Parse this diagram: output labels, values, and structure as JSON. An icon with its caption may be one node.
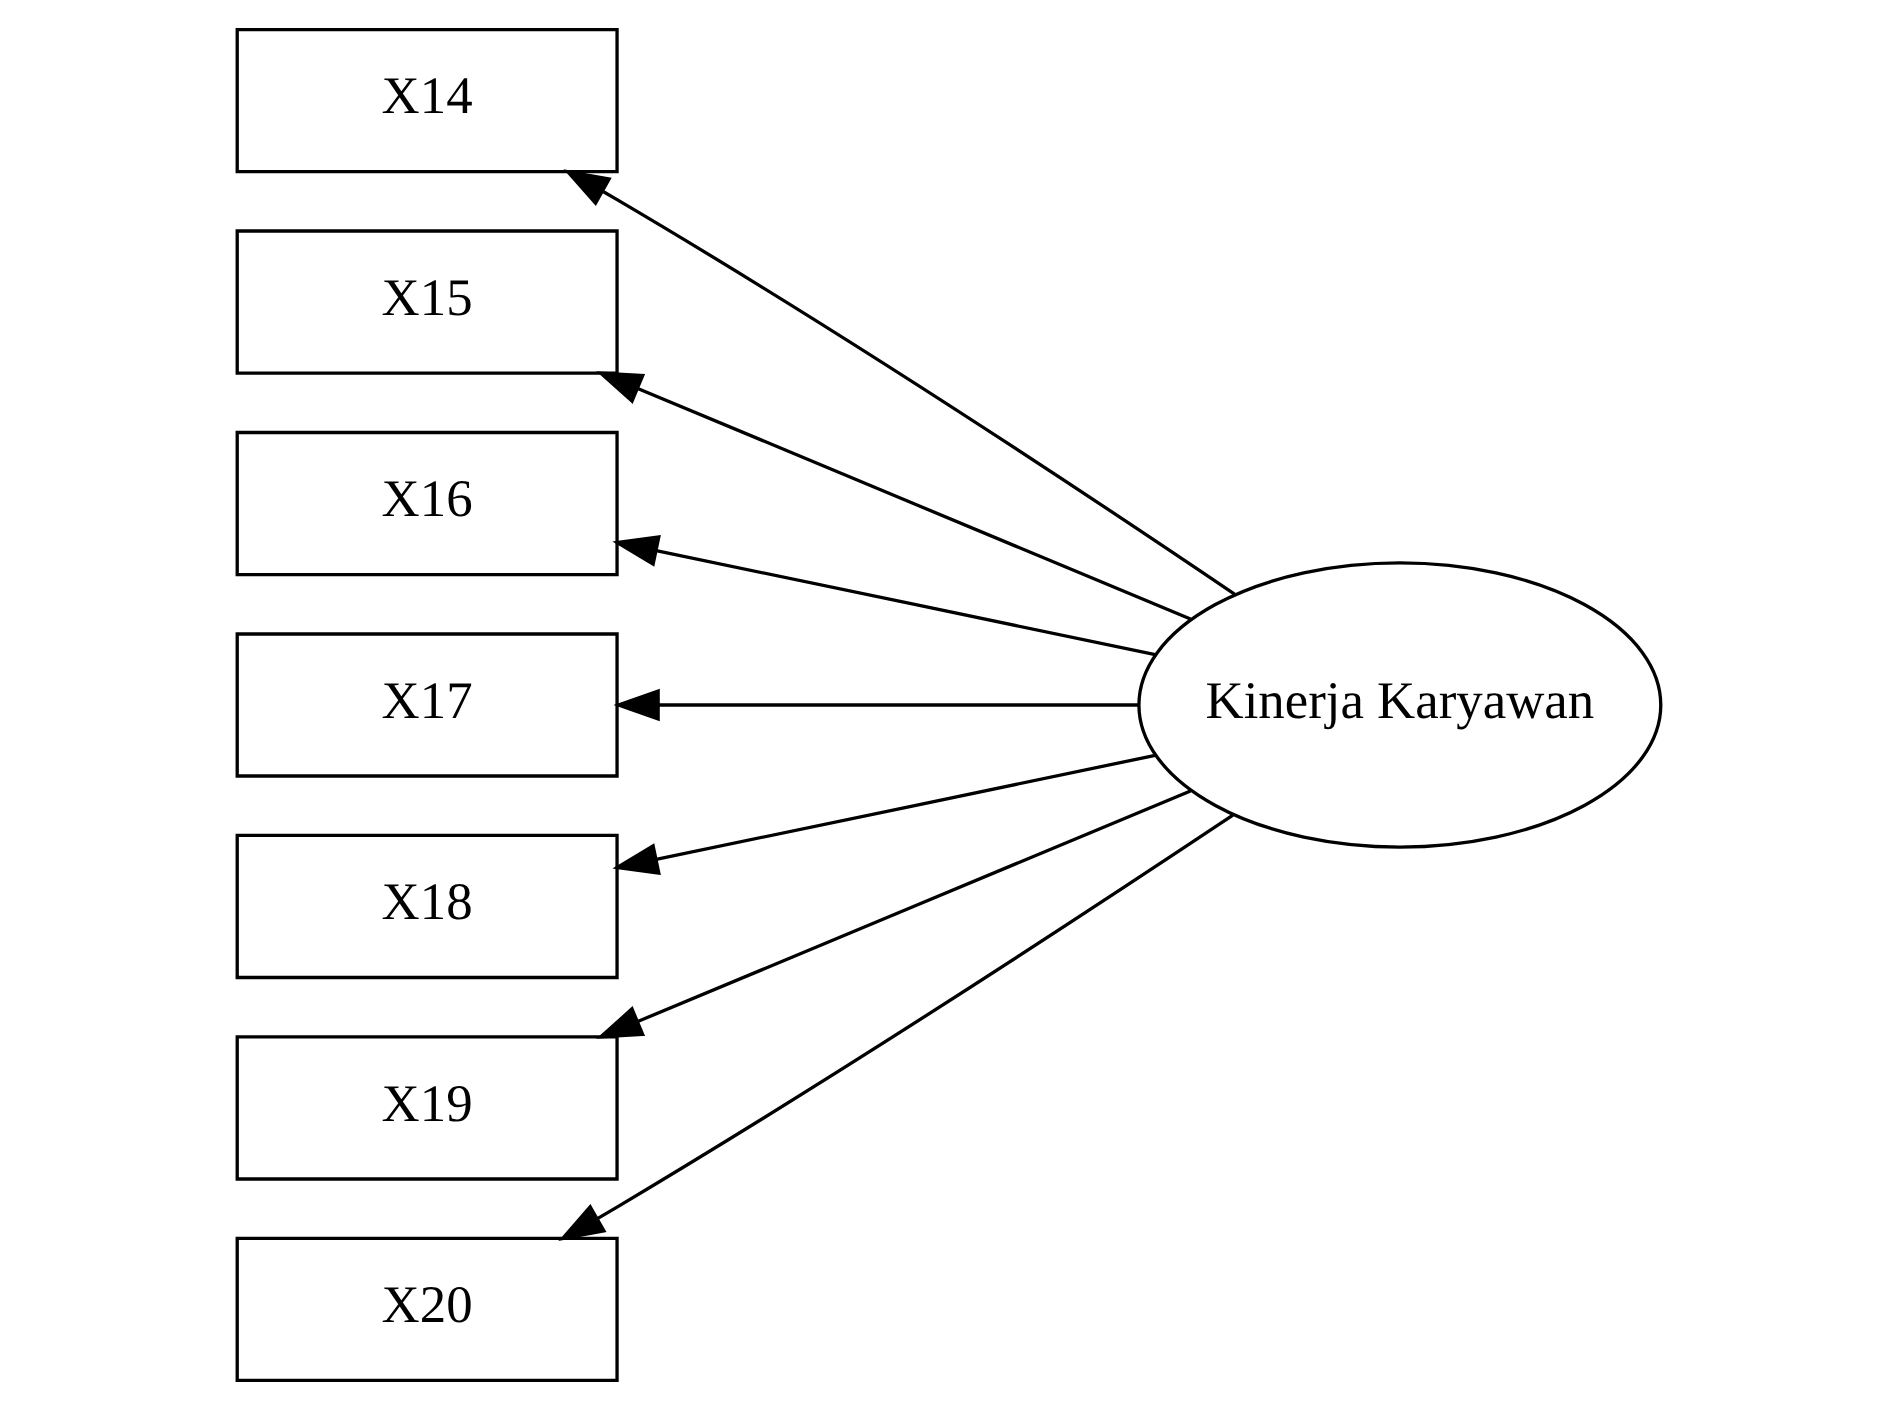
{
  "diagram": {
    "nodes": [
      {
        "text": [
          "X14"
        ]
      },
      {
        "text": [
          "X15"
        ]
      },
      {
        "text": [
          "X16"
        ]
      },
      {
        "text": [
          "X17"
        ]
      },
      {
        "text": [
          "X18"
        ]
      },
      {
        "text": [
          "X19"
        ]
      },
      {
        "text": [
          "X20"
        ]
      },
      {
        "text": [
          "Kinerja Karyawan"
        ]
      }
    ],
    "edges": [
      {
        "from": 7,
        "to": 0,
        "arrow": "to"
      },
      {
        "from": 7,
        "to": 1,
        "arrow": "to"
      },
      {
        "from": 7,
        "to": 2,
        "arrow": "to"
      },
      {
        "from": 7,
        "to": 3,
        "arrow": "to"
      },
      {
        "from": 7,
        "to": 4,
        "arrow": "to"
      },
      {
        "from": 7,
        "to": 5,
        "arrow": "to"
      },
      {
        "from": 7,
        "to": 6,
        "arrow": "to"
      }
    ]
  }
}
